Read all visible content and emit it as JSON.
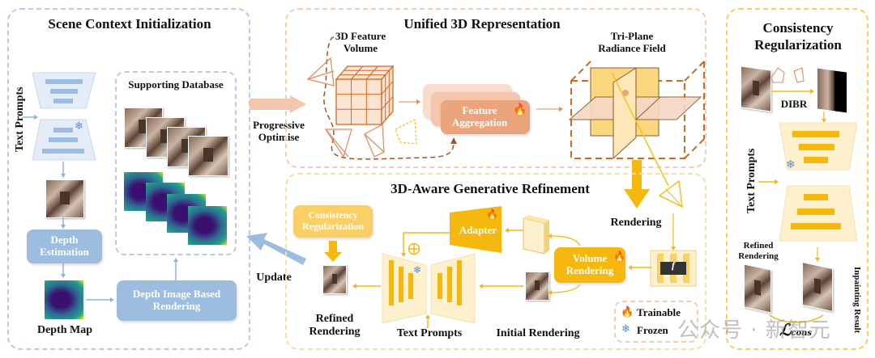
{
  "panels": {
    "scene_context": {
      "title": "Scene Context Initialization",
      "text_prompts": "Text Prompts",
      "supporting_database": "Supporting Database",
      "depth_estimation": "Depth Estimation",
      "depth_map": "Depth Map",
      "dibr_box": "Depth Image Based Rendering"
    },
    "unified_3d": {
      "title": "Unified 3D Representation",
      "feature_volume": "3D Feature Volume",
      "feature_aggregation": "Feature Aggregation",
      "triplane": "Tri-Plane Radiance Field"
    },
    "refinement": {
      "title": "3D-Aware Generative Refinement",
      "consistency_box": "Consistency Regularization",
      "adapter": "Adapter",
      "rendering": "Rendering",
      "volume_rendering": "Volume Rendering",
      "refined_rendering": "Refined Rendering",
      "text_prompts": "Text Prompts",
      "initial_rendering": "Initial Rendering",
      "f_symbol": "f"
    },
    "consistency": {
      "title": "Consistency Regularization",
      "dibr": "DIBR",
      "text_prompts": "Text Prompts",
      "refined_rendering": "Refined Rendering",
      "inpainting_result": "Inpainting Result",
      "loss_main": "ℒ",
      "loss_sub": "cons"
    }
  },
  "connectors": {
    "progressive_optimise": "Progressive Optimise",
    "update": "Update"
  },
  "legend": {
    "trainable": "Trainable",
    "frozen": "Frozen"
  },
  "watermark": "公众号 · 新智元",
  "colors": {
    "blue_box": "#9dbde0",
    "orange_box": "#eba47c",
    "gold": "#f5b80f",
    "light_gold": "#fdf0cc"
  }
}
